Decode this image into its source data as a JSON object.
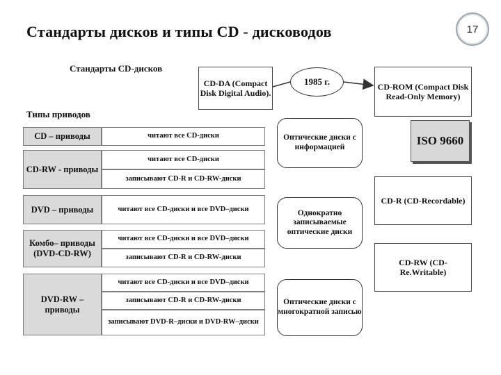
{
  "page_number": "17",
  "title": "Стандарты дисков и типы CD - дисководов",
  "standards_heading": "Стандарты CD-дисков",
  "drives_heading": "Типы приводов",
  "cd_da": "CD-DA (Compact Disk Digital Audio).",
  "year": "1985 г.",
  "cd_rom": "CD-ROM (Compact Disk Read-Only Memory)",
  "iso": "ISO 9660",
  "cd_r": "CD-R (CD-Recordable)",
  "cd_rw": "CD-RW (CD- Re.Writable)",
  "bubble_optical": "Оптические диски с информацией",
  "bubble_write_once": "Однократно записываемые оптические диски",
  "bubble_rewritable": "Оптические диски с многократной записью",
  "drives": [
    {
      "name": "CD – приводы",
      "abilities": [
        "читают все CD-диски"
      ]
    },
    {
      "name": "CD-RW - приводы",
      "abilities": [
        "читают все CD-диски",
        "записывают CD-R и CD-RW-диски"
      ]
    },
    {
      "name": "DVD – приводы",
      "abilities": [
        "читают все CD-диски и все DVD–диски"
      ]
    },
    {
      "name": "Комбо– приводы (DVD-CD-RW)",
      "abilities": [
        "читают все CD-диски и все DVD–диски",
        "записывают CD-R и CD-RW-диски"
      ]
    },
    {
      "name": "DVD-RW – приводы",
      "abilities": [
        "читают все CD-диски и все DVD–диски",
        "записывают CD-R и CD-RW-диски",
        "записывают DVD-R–диски и DVD-RW–диски"
      ]
    }
  ]
}
